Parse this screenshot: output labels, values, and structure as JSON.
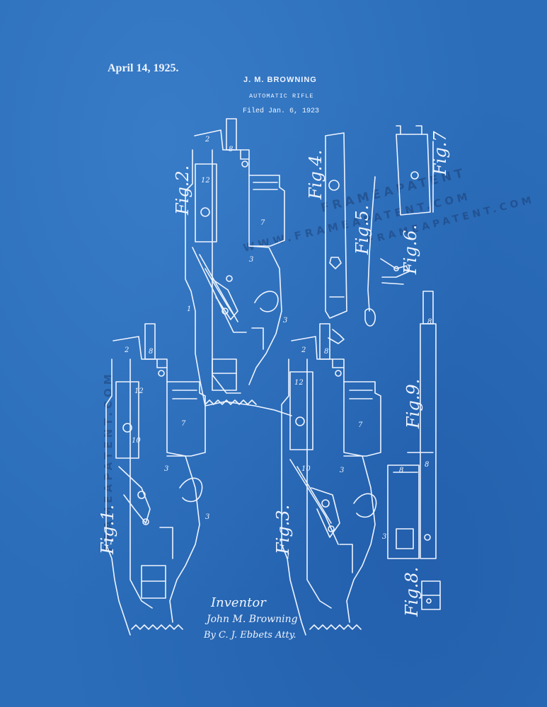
{
  "header": {
    "date": "April 14, 1925.",
    "inventor_name": "J. M. BROWNING",
    "title": "AUTOMATIC RIFLE",
    "filed": "Filed Jan. 6, 1923"
  },
  "figures": {
    "fig1": "Fig.1.",
    "fig2": "Fig.2.",
    "fig3": "Fig.3.",
    "fig4": "Fig.4.",
    "fig5": "Fig.5.",
    "fig6": "Fig.6.",
    "fig7": "Fig.7",
    "fig8": "Fig.8.",
    "fig9": "Fig.9."
  },
  "signature": {
    "heading": "Inventor",
    "name": "John M. Browning",
    "attorney": "By C. J. Ebbets Atty."
  },
  "watermark": {
    "text_1": "FRAMEAPATENT",
    "text_2": "WWW.FRAMEAPATENT.COM",
    "text_3": "FRAMEAPATENT.COM"
  },
  "colors": {
    "background": "#2b6db9",
    "ink": "#eef4ff"
  }
}
